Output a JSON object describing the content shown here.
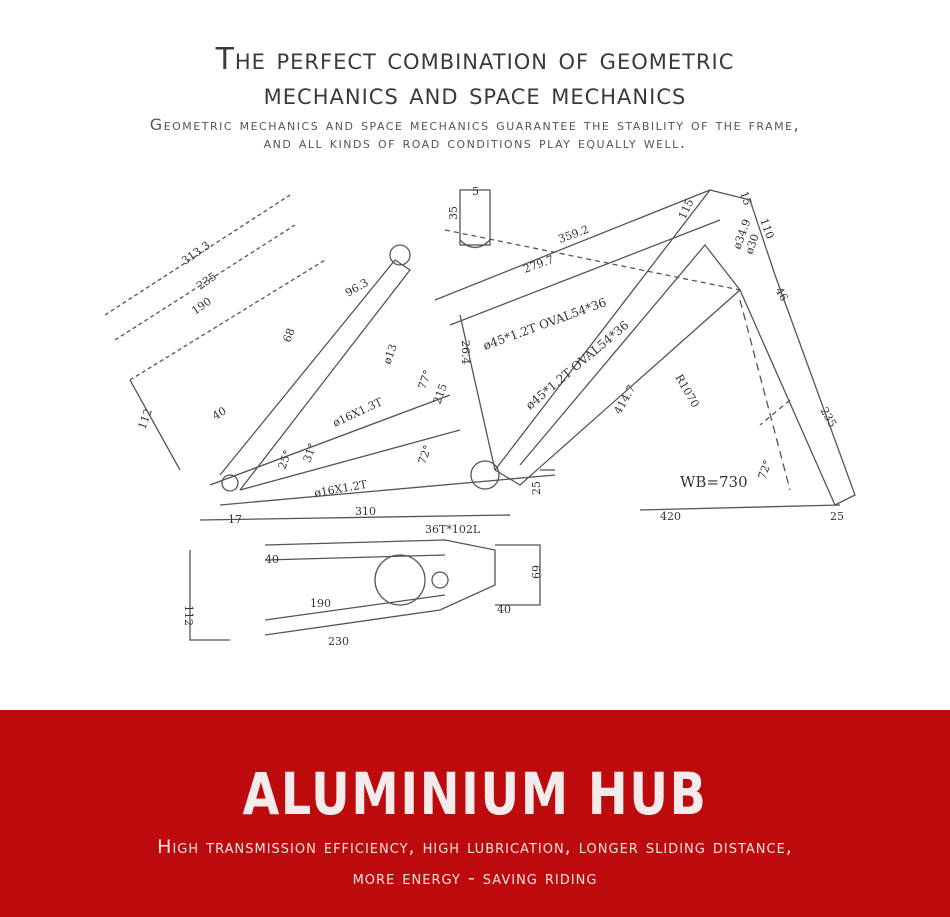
{
  "header": {
    "title_line1": "The perfect combination of geometric",
    "title_line2": "mechanics and space mechanics",
    "subtitle_line1": "Geometric mechanics and space mechanics guarantee the stability of the frame,",
    "subtitle_line2": "and all kinds of road conditions play equally well."
  },
  "drawing": {
    "dimensions": [
      "313.3",
      "235",
      "190",
      "96.3",
      "68",
      "112",
      "40",
      "359.2",
      "279.7",
      "115",
      "26.4",
      "ø45*1.2T OVAL54*36",
      "ø45*1.2T OVAL54*36",
      "R1070",
      "414.7",
      "ø13",
      "ø16X1.3T",
      "ø16X1.2T",
      "215",
      "77°",
      "72°",
      "31°",
      "25°",
      "310",
      "420",
      "WB=730",
      "72°",
      "25",
      "235",
      "46",
      "17",
      "36T*102L",
      "40",
      "190",
      "230",
      "112",
      "69",
      "40",
      "35",
      "5",
      "ø34.9",
      "ø30",
      "15",
      "110",
      "25"
    ]
  },
  "banner": {
    "title": "ALUMINIUM HUB",
    "subtitle_line1": "High transmission efficiency, high lubrication, longer sliding distance,",
    "subtitle_line2": "more energy - saving riding"
  },
  "colors": {
    "banner_bg": "#bd0a0d",
    "text_dark": "#3a3a3a"
  }
}
